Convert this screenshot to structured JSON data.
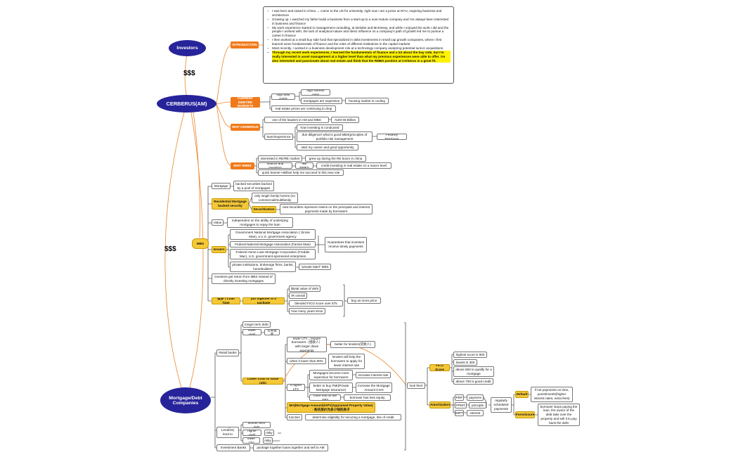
{
  "hubs": {
    "investors": "Investors",
    "cerberus": "CERBERUS(AM)",
    "mortgage": "Mortgage/Debt Companies",
    "money_top": "$$$",
    "money_mid": "$$$"
  },
  "notes": [
    "I was born and raised in China → Came to the US for university, right now I am a junior at NYU, majoring business and architecture",
    "Growing up, I watched my father build a business from a start-up to a now mature company and I've always been interested in business and finance",
    "My work experience started in management consulting, at Deloitte and McKinsey, and while I enjoyed the work I did and the people I worked with, the lack of analytical nature and direct influence on a company's path of growth led me to pursue a career in finance",
    "I then worked at a small buy side fund that specialized in debt investments in small cap growth companies, where I first learned some fundamentals of finance and the roles of different institutions in the capital markets",
    "Most recently, I worked in a business development role at a technology company analyzing potential tuck-in acquisitions",
    "Through my recent work experiences, I learned the fundamentals of finance and a lot about the buy side, but I'm really interested in asset management at a higher level than what my previous experiences were able to offer. I'm also interested and passionate about real estate and think that the RMBS position at Cerberus is a great fit."
  ],
  "cerberus_branch": {
    "introduction": "INTRODUCTION",
    "current_markets": "CURRENT DEBT/RE MARKETS",
    "high_debt_yields": "high debt yields",
    "high_interest_rates": "high interest rates",
    "mortgages_expensive": "mortgages are expensive",
    "housing_cooling": "housing market is cooling",
    "re_prices_declining": "real estate prices are continuing to drop",
    "why_cerberus": "WHY CERBERUS",
    "leaders_am": "one of the leaders in AM and MBS",
    "aum": "AUM 65 Billion",
    "learn_experience": "learn/experience",
    "how_investing": "how investing is conducted",
    "due_diligence": "due diligence/ what is good MBS(principles of portfolio risk management",
    "firstkey": "FirstKey Mortgage",
    "start_career": "start my career and good opportunity",
    "why_rmbs": "WHY RMBS",
    "interested_re": "interested in RE/RE market",
    "grew_up_boom": "grew up during the RE boom in china",
    "finance_investing": "finance and investing",
    "like_rmbs": "like RMBS",
    "credit_investing": "credit investing in real estate on a macro level",
    "quick_learner": "quick learner+skillset help me succeed in this new role"
  },
  "mbs_branch": {
    "mbs": "MBS",
    "mortgage": "Mortgage",
    "backed_securities": "backed securities backed by a pool of mortgages",
    "rmbs": "Residential Mortgage backed security",
    "single_family": "only single family homes (no commercial/multifamily",
    "securitization": "Securitization",
    "new_securities": "new securities represent claims on the principals and interest payments made by borrowers",
    "value": "Value",
    "independent": "independent on the ability of underlying mortgages to repay the loan",
    "issuers": "Issuers",
    "ginnie": "Government National Mortgage Association ( Ginnie Mae), a U.S. government agency",
    "fannie": "Federal National Mortgage Association (Fannie Mae)",
    "freddie": "Federal Home Loan Mortgage Corporation (Freddie Mac), U.S. government-sponsored enterprises",
    "guarantees": "Guarantees that investors receive timely payments",
    "private": "private institutions, brokerage firms, banks, homebuilders",
    "private_label": "\"private label\" MBS",
    "investors_return": "investors get return from MBS instead of directly investing mortgages",
    "loan_tape": "很多个Loan Tape",
    "put_together": "put together in a package",
    "total_value": "$total value of debt",
    "ir_overall": "IR overall",
    "fico_blend": "blended FICO score over 575",
    "how_many_years": "how many years tenor",
    "buy_more_price": "buy as more price"
  },
  "mortgage_branch": {
    "retail_banks": "Retail banks",
    "longer_term": "longer term debt",
    "lower_yield": "lower yield",
    "income_low": "但收益率",
    "lower_ltv_require": "lower LTV→require borrowers（借款人）with larger down payments",
    "better_lenders": "better for lenders(贷款人)",
    "when_lower_80": "when it lower than 80%",
    "lenders_help": "lenders will help the borrowers to apply for lower interest rate",
    "lower_ltv": "Lower Loan to value ratio",
    "if_higher_ltv": "if higher LTV",
    "mortgages_expensive": "Mortgages become more expensive for borrowers",
    "increase_interest": "increase interest rate",
    "better_pmi": "better to buy PMI(Private Mortgage Insurance)",
    "increase_mortgage": "increase the Mortgage Amount 0.5%",
    "more_risk": "more risk on the debt",
    "less_equity": "borrower has less equity",
    "ma_formula": "MA(Mortgage Amount)/APV(Appraised Property Value) - 购买房价为多少钱的房子",
    "function": "function",
    "eligibility": "determine eligibility for securing a mortgage, line of credit",
    "look_their": "look their",
    "fico_score": "FICO Score",
    "highest_fico": "highest score is 900",
    "lowest_fico": "lowest is 300",
    "above_550": "above 550 to qualify for a mortgage",
    "above_700": "above 700 is good credit",
    "amortization": "Amortization",
    "pmt": "PMT",
    "payment": "payment",
    "ppmt": "PPMT",
    "principle": "principle",
    "ipmt": "IMPT",
    "interest": "interest",
    "regularly_scheduled": "regularly scheduled payments",
    "default": "Default",
    "not_payments": "if not payments on time, punishments(higher interest rates, extra fees)",
    "foreclosure": "Foreclosure",
    "borrower_stops": "borrower stops paying the loan, the owner of the debt take over the property and sell it to pay back the debt",
    "bridge_lenders": "Bridge Lenders( lend to investors)",
    "shorter_term": "shorter term debt",
    "higher_yield": "higher yield",
    "risky_1": "risky",
    "lower_ltv_small": "lower LTV",
    "risky_2": "risky",
    "investment_banks": "Investment Banks",
    "package_loans": "package together loans together and sell to AM"
  }
}
